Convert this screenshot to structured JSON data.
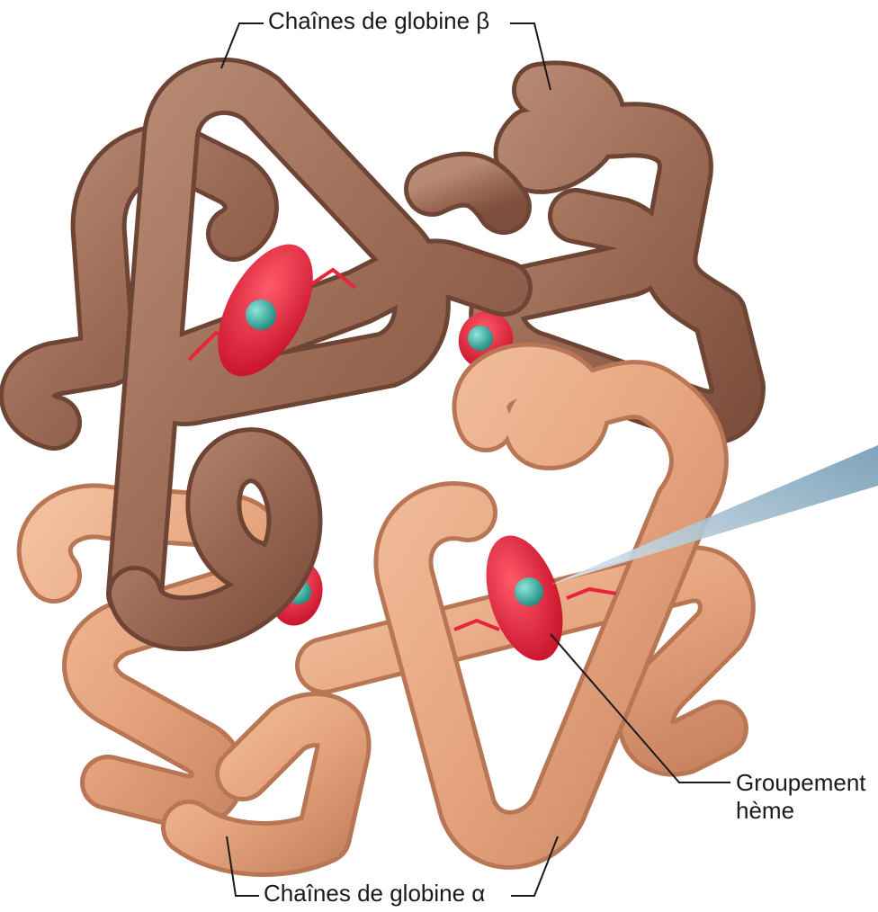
{
  "labels": {
    "beta_chains": "Chaînes de globine β",
    "alpha_chains": "Chaînes de globine α",
    "heme_line1": "Groupement",
    "heme_line2": "hème"
  },
  "colors": {
    "beta_chain": "#9b6a55",
    "alpha_chain": "#e6a57f",
    "heme": "#e8243a",
    "iron": "#2ea89a",
    "pointer": "#7fa6bd",
    "leader_line": "#1a1a1a"
  }
}
